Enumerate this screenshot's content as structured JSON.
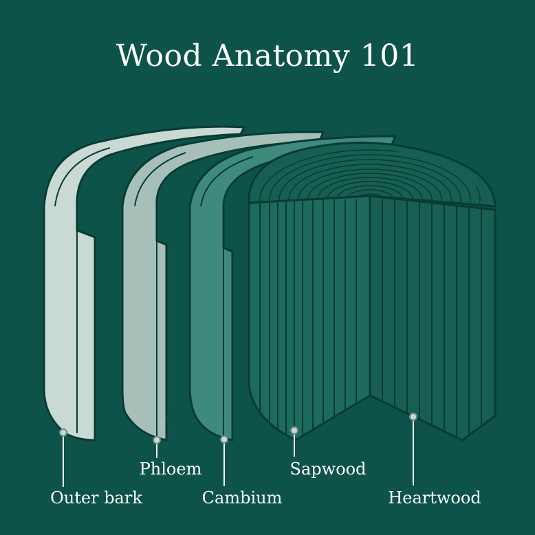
{
  "title": "Wood Anatomy 101",
  "labels": {
    "outer_bark": "Outer bark",
    "phloem": "Phloem",
    "cambium": "Cambium",
    "sapwood": "Sapwood",
    "heartwood": "Heartwood"
  },
  "colors": {
    "background": "#0e5349",
    "outline": "#083b33",
    "outer_bark": "#c9d9d4",
    "phloem": "#a6bfb8",
    "cambium": "#3f8a7c",
    "sapwood": "#1d6b5d",
    "heartwood": "#175f52"
  }
}
